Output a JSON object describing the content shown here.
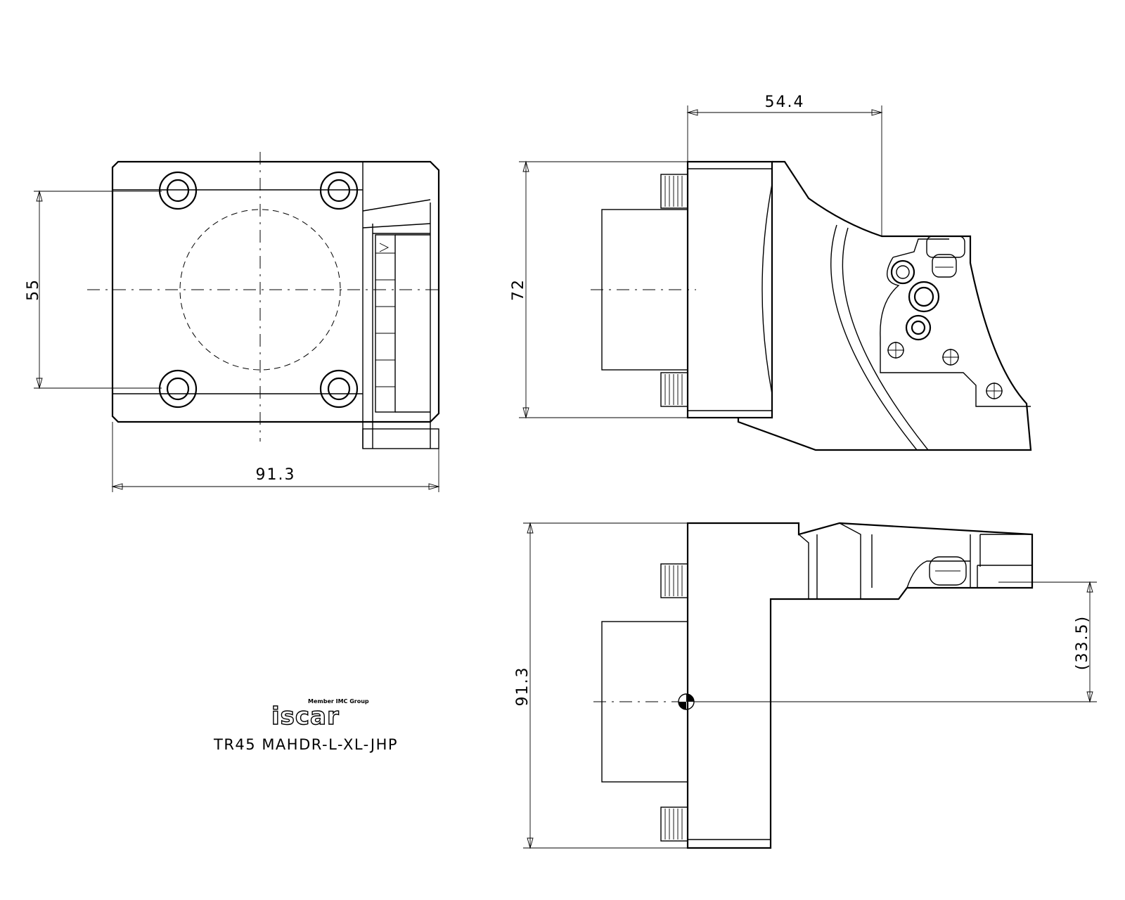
{
  "dimensions": {
    "front_height": "55",
    "front_width": "91.3",
    "side_top_length": "54.4",
    "side_height": "72",
    "plan_height": "91.3",
    "plan_offset": "(33.5)"
  },
  "title_block": {
    "logo_text": "iscar",
    "logo_tagline": "Member IMC Group",
    "model": "TR45  MAHDR-L-XL-JHP"
  }
}
